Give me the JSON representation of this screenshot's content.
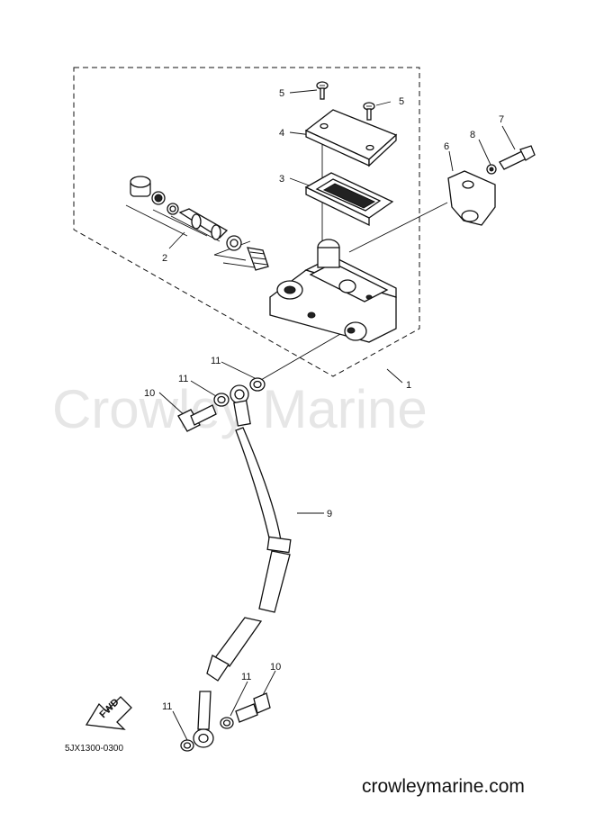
{
  "watermark": "Crowley Marine",
  "website": "crowleymarine.com",
  "diagram_code": "5JX1300-0300",
  "fwd_label": "FWD",
  "callouts": {
    "c1": "1",
    "c2": "2",
    "c3": "3",
    "c4": "4",
    "c5a": "5",
    "c5b": "5",
    "c6": "6",
    "c7": "7",
    "c8": "8",
    "c9": "9",
    "c10a": "10",
    "c10b": "10",
    "c11a": "11",
    "c11b": "11",
    "c11c": "11",
    "c11d": "11"
  }
}
